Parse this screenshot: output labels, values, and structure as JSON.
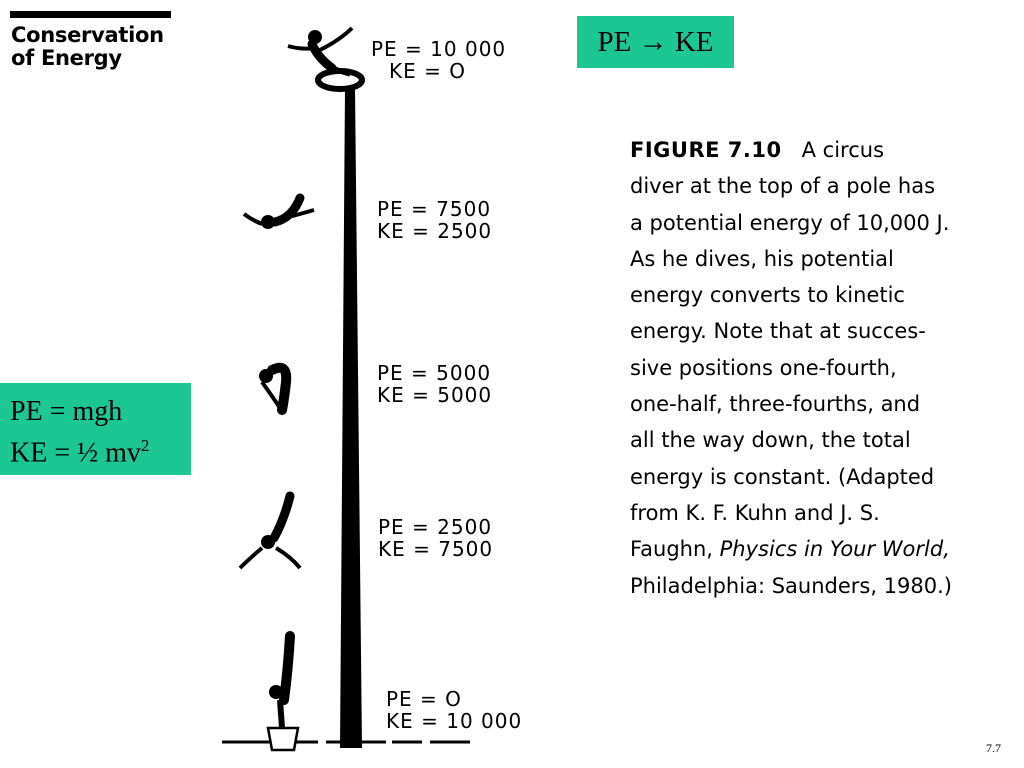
{
  "slide": {
    "title_line1": "Conservation",
    "title_line2": "of Energy",
    "pe_to_ke_label": "PE → KE",
    "formula_pe": "PE = mgh",
    "formula_ke_prefix": "KE = ½ mv",
    "formula_ke_exponent": "2",
    "page_number": "7.7"
  },
  "figure": {
    "positions": [
      {
        "pe": "PE = 10 000",
        "ke": "KE = O"
      },
      {
        "pe": "PE = 7500",
        "ke": "KE = 2500"
      },
      {
        "pe": "PE = 5000",
        "ke": "KE = 5000"
      },
      {
        "pe": "PE = 2500",
        "ke": "KE = 7500"
      },
      {
        "pe": "PE = O",
        "ke": "KE = 10 000"
      }
    ],
    "caption_label": "FIGURE 7.10",
    "caption_lines": [
      "A circus",
      "diver at the top of a pole has",
      "a potential energy of 10,000 J.",
      "As he dives, his potential",
      "energy converts to kinetic",
      "energy. Note that at succes-",
      "sive positions one-fourth,",
      "one-half, three-fourths, and",
      "all the way down, the total",
      "energy is constant. (Adapted",
      "from K. F. Kuhn and J. S.",
      "Faughn, ",
      "Physics in Your World,",
      "Philadelphia: Saunders, 1980.)"
    ]
  }
}
